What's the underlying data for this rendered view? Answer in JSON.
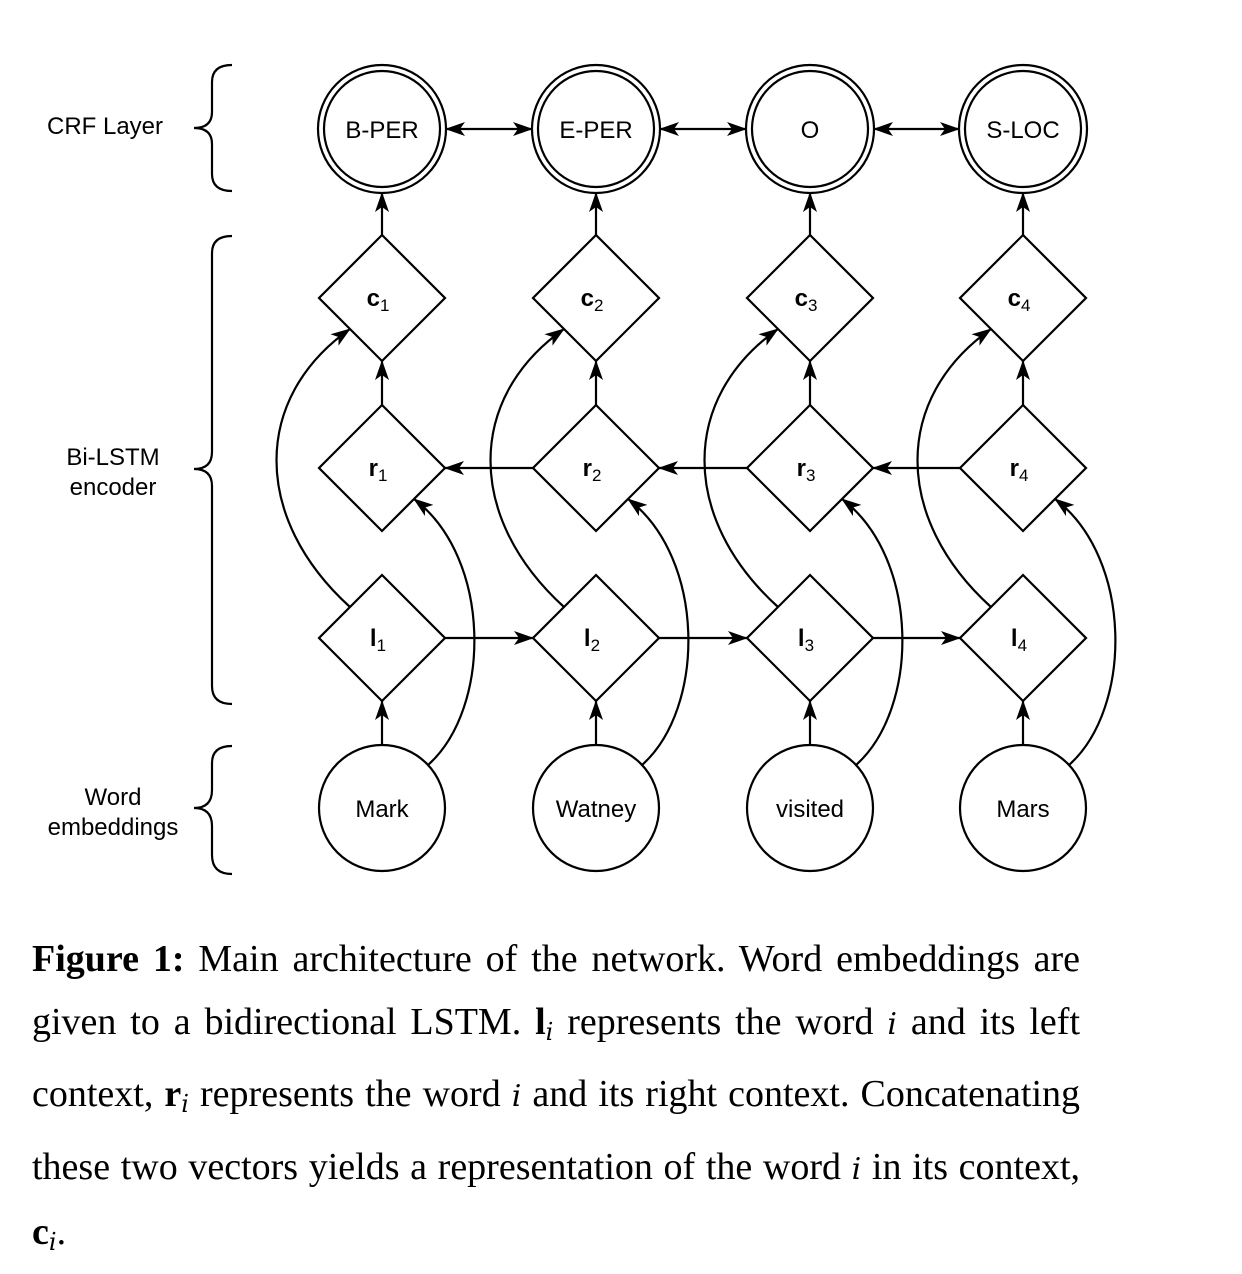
{
  "section_labels": {
    "crf": [
      "CRF Layer"
    ],
    "bilstm": [
      "Bi-LSTM",
      "encoder"
    ],
    "embeddings": [
      "Word",
      "embeddings"
    ]
  },
  "crf_tags": [
    "B-PER",
    "E-PER",
    "O",
    "S-LOC"
  ],
  "words": [
    "Mark",
    "Watney",
    "visited",
    "Mars"
  ],
  "c_nodes": [
    {
      "base": "c",
      "sub": "1"
    },
    {
      "base": "c",
      "sub": "2"
    },
    {
      "base": "c",
      "sub": "3"
    },
    {
      "base": "c",
      "sub": "4"
    }
  ],
  "r_nodes": [
    {
      "base": "r",
      "sub": "1"
    },
    {
      "base": "r",
      "sub": "2"
    },
    {
      "base": "r",
      "sub": "3"
    },
    {
      "base": "r",
      "sub": "4"
    }
  ],
  "l_nodes": [
    {
      "base": "l",
      "sub": "1"
    },
    {
      "base": "l",
      "sub": "2"
    },
    {
      "base": "l",
      "sub": "3"
    },
    {
      "base": "l",
      "sub": "4"
    }
  ],
  "caption": {
    "label": "Figure 1:",
    "part1": " Main architecture of the network. Word embeddings are given to a bidirectional LSTM. ",
    "l_symbol": "l",
    "index": "i",
    "part2": " represents the word ",
    "part3": " and its left context, ",
    "r_symbol": "r",
    "part4": " represents the word ",
    "part5": " and its right context. Concatenating these two vectors yields a representation of the word ",
    "part6": " in its context, ",
    "c_symbol": "c",
    "end": "."
  }
}
